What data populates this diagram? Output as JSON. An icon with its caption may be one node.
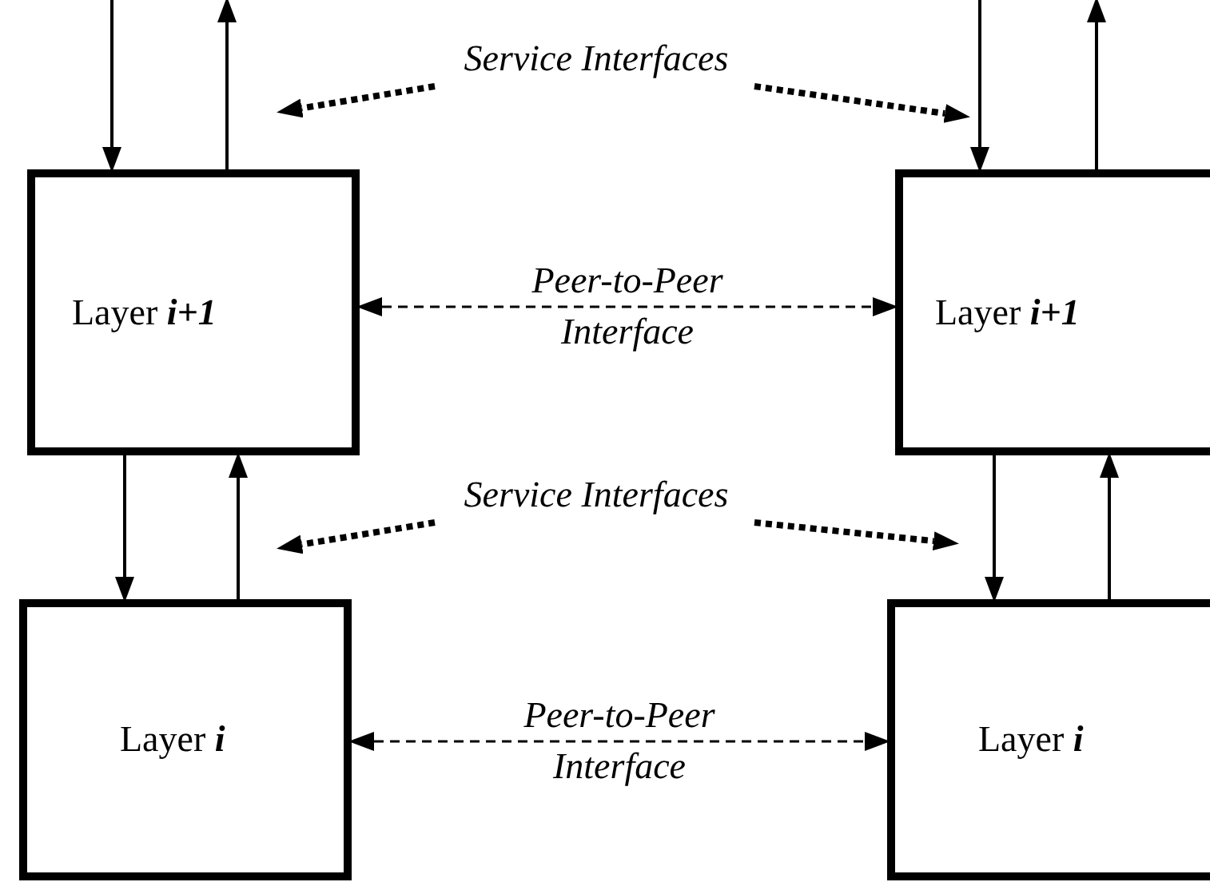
{
  "diagram": {
    "nodes": [
      {
        "text": [
          "Layer **i+1**"
        ]
      },
      {
        "text": [
          "Layer **i+1**"
        ]
      },
      {
        "text": [
          "Layer **i**"
        ]
      },
      {
        "text": [
          "Layer **i**"
        ]
      },
      {
        "text": [
          "Service Interfaces"
        ]
      },
      {
        "text": [
          "Service Interfaces"
        ]
      }
    ],
    "edges": [
      {
        "from": null,
        "to": 0,
        "arrow": "to"
      },
      {
        "from": 0,
        "to": null,
        "arrow": "to"
      },
      {
        "from": null,
        "to": 1,
        "arrow": "to"
      },
      {
        "from": 1,
        "to": null,
        "arrow": "to"
      },
      {
        "from": 4,
        "to": null,
        "arrow": "to",
        "style": "dashed"
      },
      {
        "from": 4,
        "to": null,
        "arrow": "to",
        "style": "dashed"
      },
      {
        "from": 0,
        "to": 1,
        "arrow": "both",
        "style": "dashed",
        "label": "Peer-to-Peer Interface"
      },
      {
        "from": 0,
        "to": 2,
        "arrow": "to"
      },
      {
        "from": 2,
        "to": 0,
        "arrow": "to"
      },
      {
        "from": 1,
        "to": 3,
        "arrow": "to"
      },
      {
        "from": 3,
        "to": 1,
        "arrow": "to"
      },
      {
        "from": 5,
        "to": null,
        "arrow": "to",
        "style": "dashed"
      },
      {
        "from": 5,
        "to": null,
        "arrow": "to",
        "style": "dashed"
      },
      {
        "from": 2,
        "to": 3,
        "arrow": "both",
        "style": "dashed",
        "label": "Peer-to-Peer Interface"
      }
    ]
  }
}
